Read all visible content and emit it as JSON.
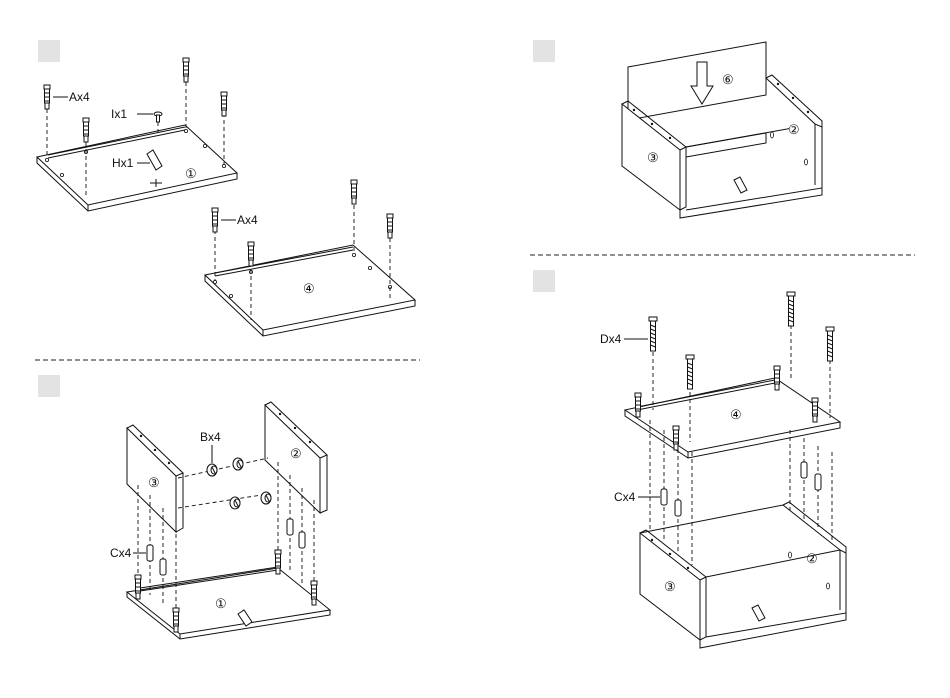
{
  "steps": [
    {
      "labels": {
        "cam_bolt": "Ax4",
        "screw": "Ix1",
        "bracket": "Hx1",
        "cam_bolt_2": "Ax4"
      },
      "parts": {
        "bottom": "①",
        "top": "④"
      }
    },
    {
      "labels": {
        "cam_lock": "Bx4",
        "dowel": "Cx4"
      },
      "parts": {
        "left": "③",
        "right": "②",
        "bottom": "①"
      }
    },
    {
      "parts": {
        "back": "⑥",
        "left": "③",
        "right": "②"
      }
    },
    {
      "labels": {
        "screw": "Dx4",
        "dowel": "Cx4"
      },
      "parts": {
        "top": "④",
        "left": "③",
        "right": "②"
      }
    }
  ]
}
